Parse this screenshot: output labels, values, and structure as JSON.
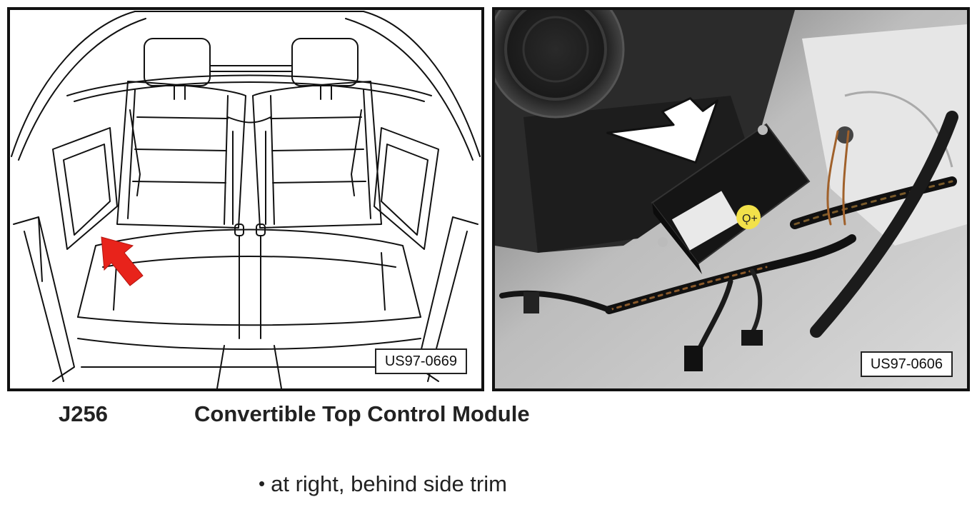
{
  "figures": {
    "left": {
      "label": "US97-0669",
      "arrow_color": "#e8231b"
    },
    "right": {
      "label": "US97-0606",
      "module_sticker": "Ǫ+"
    }
  },
  "component": {
    "code": "J256",
    "name": "Convertible Top Control Module"
  },
  "location": {
    "bullet": "•",
    "text": "at right, behind side trim"
  }
}
